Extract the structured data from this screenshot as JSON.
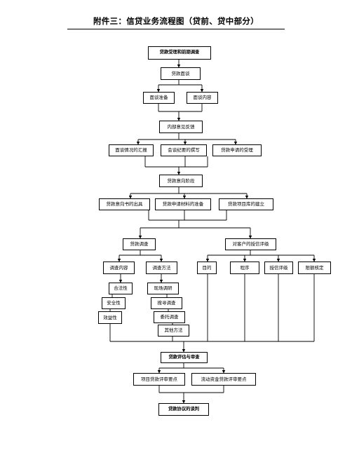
{
  "title": "附件三：信贷业务流程图（贷前、贷中部分）",
  "nodes": {
    "acceptance": "贷款受理和前期调查",
    "interview": "贷款面谈",
    "interview_prep": "面谈准备",
    "interview_content": "面谈内容",
    "internal_feedback": "内部意见反馈",
    "report": "面谈情况的汇报",
    "minutes": "会谈纪要的撰写",
    "application_accept": "贷款申请的受理",
    "intent_stage": "贷款意向阶段",
    "intent_letter": "贷款意向书的出具",
    "materials": "贷款申请材料的准备",
    "project_setup": "贷款项目库的建立",
    "investigation": "贷款调查",
    "rating": "对客户的授信评级",
    "inv_content": "调查内容",
    "inv_method": "调查方法",
    "purpose": "目的",
    "procedure": "程序",
    "credit_rating": "授信评级",
    "limit": "限额核定",
    "legality": "合法性",
    "safety": "安全性",
    "profitability": "效益性",
    "onsite": "现场调研",
    "search": "搜寻调查",
    "entrusted": "委托调查",
    "other": "其他方法",
    "evaluation": "贷款评估与审查",
    "project_review": "项目贷款评审要点",
    "liquidity_review": "流动资金贷款评审要点",
    "negotiation": "贷款协议的谈判"
  }
}
